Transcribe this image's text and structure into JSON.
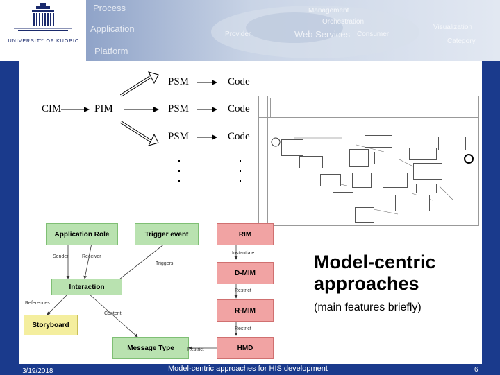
{
  "header": {
    "university": "UNIVERSITY OF KUOPIO",
    "banner_words": [
      "Process",
      "Application",
      "Platform",
      "Provider",
      "Web Services",
      "Consumer",
      "Management",
      "Orchestration",
      "Visualization",
      "Category"
    ]
  },
  "mda": {
    "cim": "CIM",
    "pim": "PIM",
    "psm": [
      "PSM",
      "PSM",
      "PSM"
    ],
    "code": [
      "Code",
      "Code",
      "Code"
    ]
  },
  "hl7": {
    "application_role": "Application Role",
    "trigger_event": "Trigger event",
    "interaction": "Interaction",
    "storyboard": "Storyboard",
    "message_type": "Message Type",
    "rim": "RIM",
    "dmim": "D-MIM",
    "rmim": "R-MIM",
    "hmd": "HMD",
    "sender": "Sender",
    "receiver": "Receiver",
    "triggers": "Triggers",
    "references": "References",
    "content": "Content",
    "restrict": "Restrict",
    "instantiate": "Instantiate"
  },
  "main": {
    "title_line1": "Model-centric",
    "title_line2": "approaches",
    "subtitle": "(main features briefly)"
  },
  "footer": {
    "date": "3/19/2018",
    "center": "Model-centric approaches for HIS development",
    "page": "6"
  },
  "colors": {
    "background": "#1a3a8c",
    "green": "#b9e2b0",
    "yellow": "#f4ee9e",
    "red": "#f1a3a3"
  }
}
